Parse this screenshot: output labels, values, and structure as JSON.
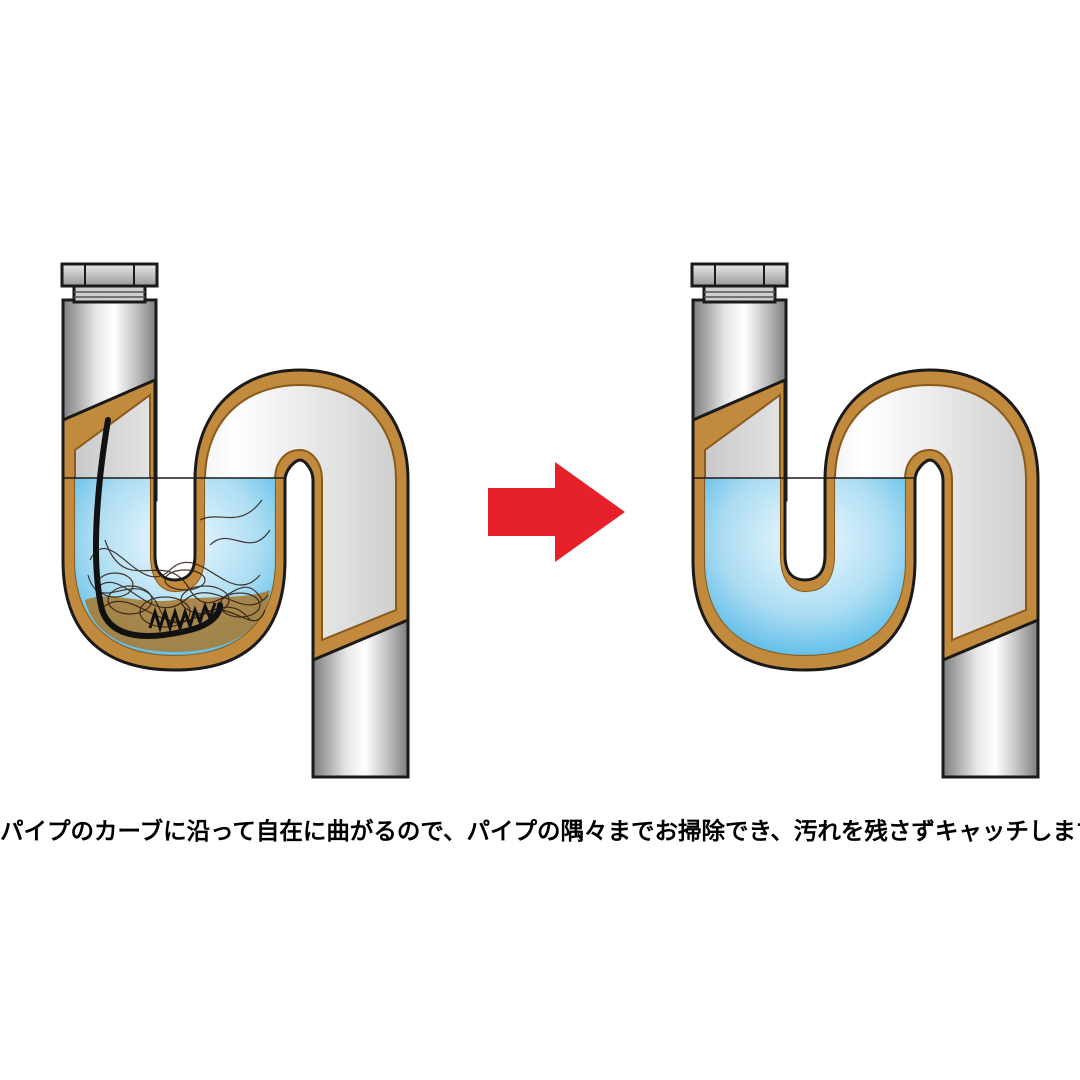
{
  "caption": "パイプのカーブに沿って自在に曲がるので、パイプの隅々までお掃除でき、汚れを残さずキャッチします。",
  "panels": [
    {
      "id": "before",
      "state": "clogged",
      "contents": [
        "hair",
        "grime",
        "brush-tool"
      ]
    },
    {
      "id": "after",
      "state": "clean",
      "contents": [
        "water"
      ]
    }
  ],
  "colors": {
    "pipe_outline": "#1a1a1a",
    "grime": "#c28a3c",
    "grime_dark": "#8a5a1c",
    "water_light": "#e8f7fd",
    "water_deep": "#4db8e8",
    "arrow": "#e62129",
    "metal_light": "#f4f4f4",
    "metal_mid": "#bdbdbd",
    "metal_dark": "#7d7d7d"
  },
  "icons": {
    "arrow": "right-arrow-icon"
  }
}
